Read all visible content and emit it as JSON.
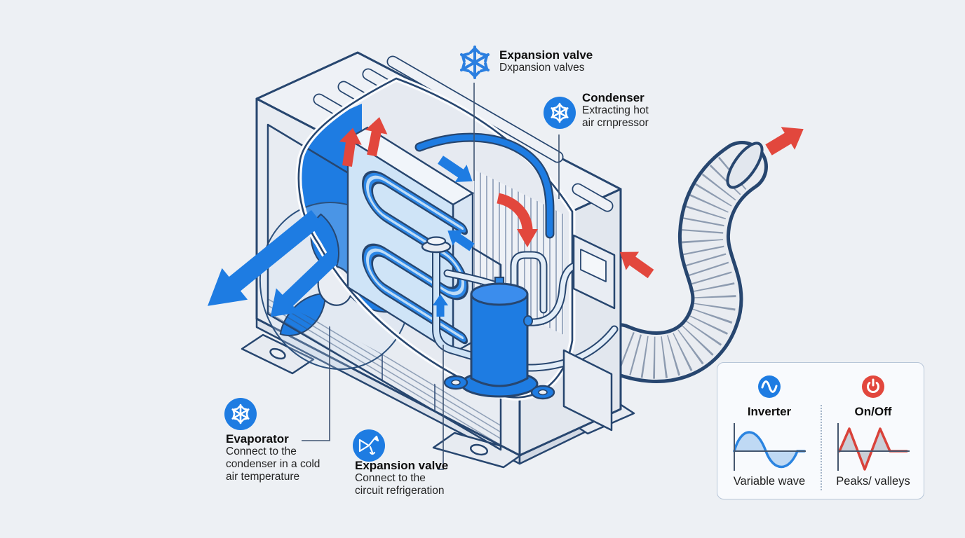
{
  "labels": {
    "expansion_valve_top": {
      "title": "Expansion valve",
      "lines": [
        "Dxpansion valves"
      ]
    },
    "condenser": {
      "title": "Condenser",
      "lines": [
        "Extracting hot",
        "air crnpressor"
      ]
    },
    "evaporator": {
      "title": "Evaporator",
      "lines": [
        "Connect to the",
        "condenser in a cold",
        "air temperature"
      ]
    },
    "expansion_valve_bottom": {
      "title": "Expansion valve",
      "lines": [
        "Connect to the",
        "circuit refrigeration"
      ]
    }
  },
  "legend": {
    "inverter": {
      "title": "Inverter",
      "caption": "Variable wave",
      "icon": "sine-wave-icon",
      "accent": "#1e7ce2"
    },
    "onoff": {
      "title": "On/Off",
      "caption": "Peaks/ valleys",
      "icon": "power-icon",
      "accent": "#e2473d"
    }
  },
  "colors": {
    "background": "#edf0f4",
    "outline_navy": "#27466f",
    "bright_blue": "#1e7ce2",
    "light_blue": "#cfe4f7",
    "red": "#e2473d",
    "text": "#1c1c1c"
  }
}
